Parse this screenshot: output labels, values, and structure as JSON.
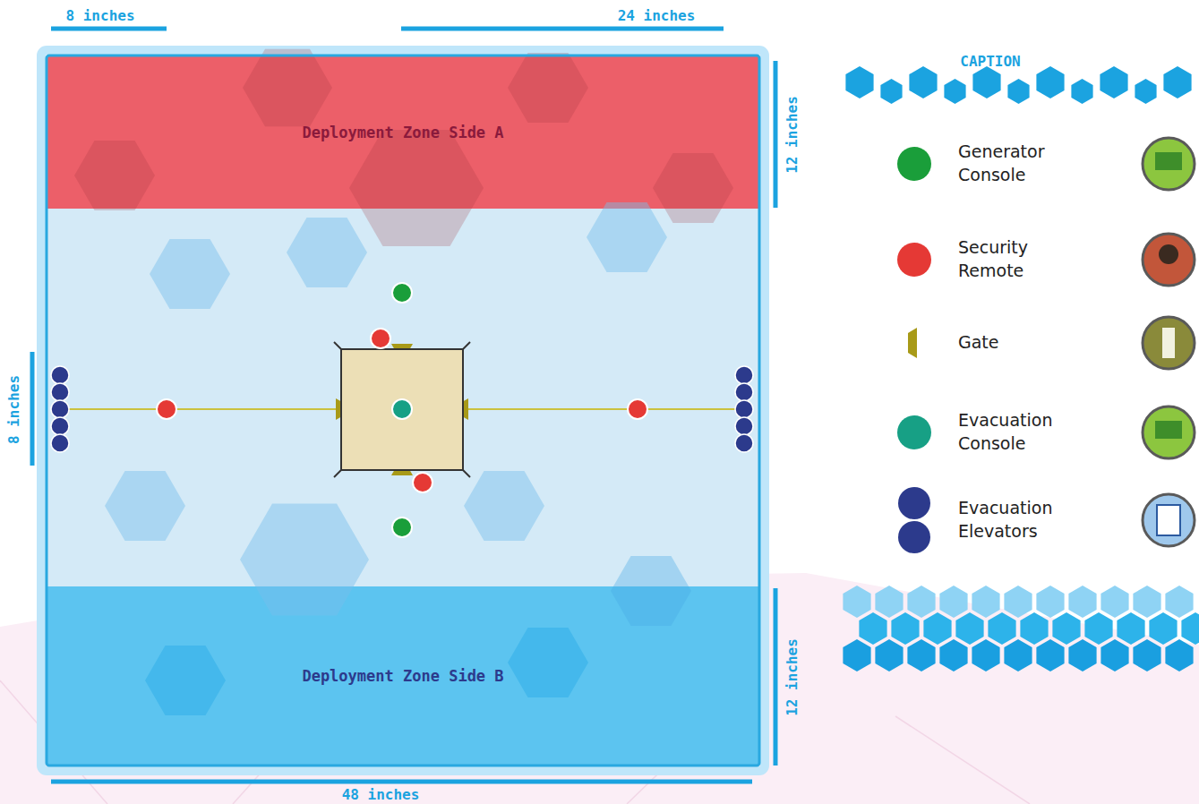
{
  "diagram": {
    "nodes": [
      {
        "text": [
          "Deployment Zone Side A"
        ]
      },
      {
        "text": [
          "Deployment Zone Side B"
        ]
      }
    ],
    "labels": [
      "8 inches",
      "24 inches",
      "12 inches",
      "8 inches",
      "12 inches",
      "48 inches",
      "CAPTION"
    ],
    "legend": [
      {
        "text": "Generator Console",
        "color": "#1a9e3a"
      },
      {
        "text": "Security Remote",
        "color": "#e53935"
      },
      {
        "text": "Gate"
      },
      {
        "text": "Evacuation Console",
        "color": "#17a085"
      },
      {
        "text": "Evacuation Elevators",
        "color": "#2c3a8c"
      }
    ]
  }
}
